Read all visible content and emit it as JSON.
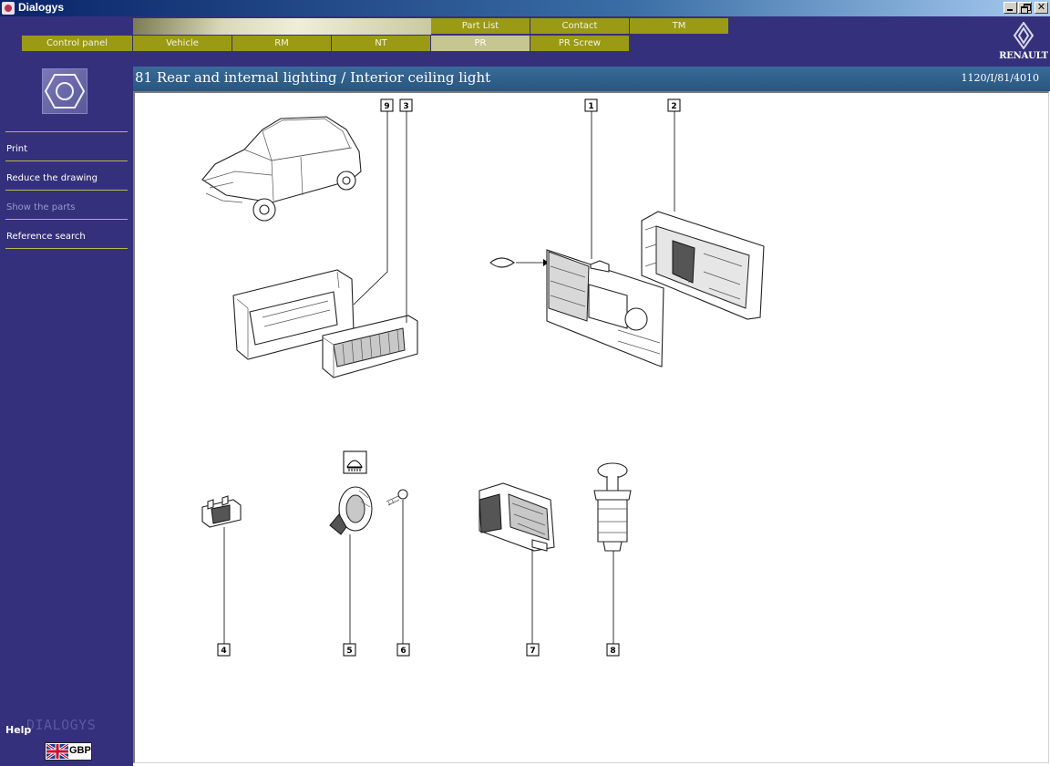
{
  "window": {
    "title": "Dialogys"
  },
  "tabs_top": [
    {
      "label": "Part List"
    },
    {
      "label": "Contact"
    },
    {
      "label": "TM"
    }
  ],
  "tabs_bottom": [
    {
      "label": "Control panel"
    },
    {
      "label": "Vehicle"
    },
    {
      "label": "RM"
    },
    {
      "label": "NT"
    },
    {
      "label": "PR",
      "active": true
    },
    {
      "label": "PR Screw"
    }
  ],
  "brand": {
    "name": "RENAULT"
  },
  "sidebar": {
    "items": [
      {
        "label": "Print",
        "enabled": true
      },
      {
        "label": "Reduce the drawing",
        "enabled": true
      },
      {
        "label": "Show the parts",
        "enabled": false
      },
      {
        "label": "Reference search",
        "enabled": true
      }
    ],
    "help": "Help",
    "watermark": "DIALOGYS",
    "language": {
      "code": "GBP"
    }
  },
  "page": {
    "title": "81 Rear and internal lighting / Interior ceiling light",
    "reference": "1120/I/81/4010"
  },
  "callouts": [
    "9",
    "3",
    "1",
    "2",
    "4",
    "5",
    "6",
    "7",
    "8"
  ],
  "colors": {
    "chrome": "#34307c",
    "tab": "#9a9a14",
    "tab_active": "#c6c690",
    "heading": "#2f5f8c"
  }
}
